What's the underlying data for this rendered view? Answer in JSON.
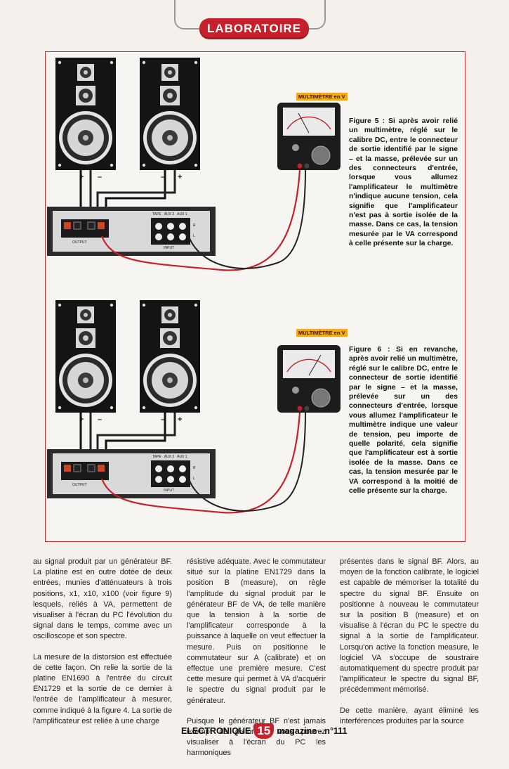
{
  "header": {
    "banner": "LABORATOIRE"
  },
  "figures": [
    {
      "meter_label": "MULTIMÈTRE en V",
      "caption": "Figure 5 : Si après avoir relié un multimètre, réglé sur le calibre DC, entre le connecteur de sortie identifié par le signe – et la masse, prélevée sur un des connecteurs d'entrée, lorsque vous allumez l'amplificateur le multimètre n'indique aucune tension, cela signifie que l'amplificateur n'est pas à sortie isolée de la masse. Dans ce cas, la tension mesurée par le VA correspond à celle présente sur la charge.",
      "labels": {
        "plus": "+",
        "minus": "–",
        "output": "OUTPUT",
        "input": "INPUT",
        "tape": "TAPE",
        "aux2": "AUX 2",
        "aux1": "AUX 1",
        "r": "R",
        "l": "L"
      }
    },
    {
      "meter_label": "MULTIMÈTRE en V",
      "caption": "Figure 6 : Si en revanche, après avoir relié un multimètre, réglé sur le calibre DC, entre le connecteur de sortie identifié par le signe – et la masse, prélevée sur un des connecteurs d'entrée, lorsque vous allumez l'amplificateur le multimètre indique une valeur de tension, peu importe de quelle polarité, cela signifie que l'amplificateur est à sortie isolée de la masse. Dans ce cas, la tension mesurée par le VA correspond à la moitié de celle présente sur la charge.",
      "labels": {
        "plus": "+",
        "minus": "–",
        "output": "OUTPUT",
        "input": "INPUT",
        "tape": "TAPE",
        "aux2": "AUX 2",
        "aux1": "AUX 1",
        "r": "R",
        "l": "L"
      }
    }
  ],
  "columns": [
    [
      "au signal produit par un générateur BF. La platine est en outre dotée de deux entrées, munies d'atténuateurs à trois positions, x1, x10, x100 (voir figure 9) lesquels, reliés à VA, permettent de visualiser à l'écran du PC l'évolution du signal dans le temps, comme avec un oscilloscope et son spectre.",
      "La mesure de la distorsion est effectuée de cette façon. On relie la sortie de la platine EN1690 à l'entrée du circuit EN1729 et la sortie de ce dernier à l'entrée de l'amplificateur à mesurer, comme indiqué à la figure 4. La sortie de l'amplificateur est reliée à une charge"
    ],
    [
      "résistive adéquate. Avec le commutateur situé sur la platine EN1729 dans la position B (measure), on règle l'amplitude du signal produit par le générateur BF de VA, de telle manière que la tension à la sortie de l'amplificateur corresponde à la puissance à laquelle on veut effectuer la mesure. Puis on positionne le commutateur sur A (calibrate) et on effectue une première mesure. C'est cette mesure qui permet à VA d'acquérir le spectre du signal produit par le générateur.",
      "Puisque le générateur BF n'est jamais exempt de distorsion, vous pouvez visualiser à l'écran du PC les harmoniques"
    ],
    [
      "présentes dans le signal BF. Alors, au moyen de la fonction calibrate, le logiciel est capable de mémoriser la totalité du spectre du signal BF. Ensuite on positionne à nouveau le commutateur sur la position B (measure) et on visualise à l'écran du PC le spectre du signal à la sortie de l'amplificateur. Lorsqu'on active la fonction measure, le logiciel VA s'occupe de soustraire automatiquement du spectre produit par l'amplificateur le spectre du signal BF, précédemment mémorisé.",
      "De cette manière, ayant éliminé les interférences produites par la source"
    ]
  ],
  "footer": {
    "magazine": "ELECTRONIQUE",
    "page": "15",
    "issue": "magazine - n°111"
  }
}
